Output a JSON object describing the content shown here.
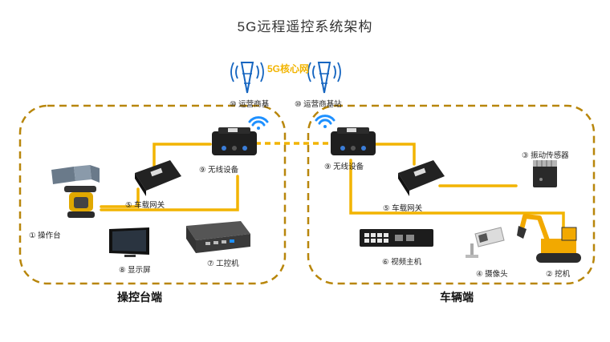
{
  "title": "5G远程遥控系统架构",
  "core_network": "5G核心网",
  "base_station_left": "⑩ 运营商基",
  "base_station_right": "⑩ 运营商基站",
  "group_left": "操控台端",
  "group_right": "车辆端",
  "left": {
    "console": "① 操作台",
    "gateway": "⑤ 车载网关",
    "wireless": "⑨ 无线设备",
    "display": "⑧ 显示屏",
    "ipc": "⑦ 工控机"
  },
  "right": {
    "wireless": "⑨ 无线设备",
    "gateway": "⑤ 车载网关",
    "sensor": "③ 振动传感器",
    "video_host": "⑥ 视频主机",
    "camera": "④ 摄像头",
    "excavator": "② 挖机"
  },
  "colors": {
    "accent": "#f2b400",
    "frame": "#b8860b",
    "wifi": "#1e90ff",
    "tower": "#1565c0"
  }
}
